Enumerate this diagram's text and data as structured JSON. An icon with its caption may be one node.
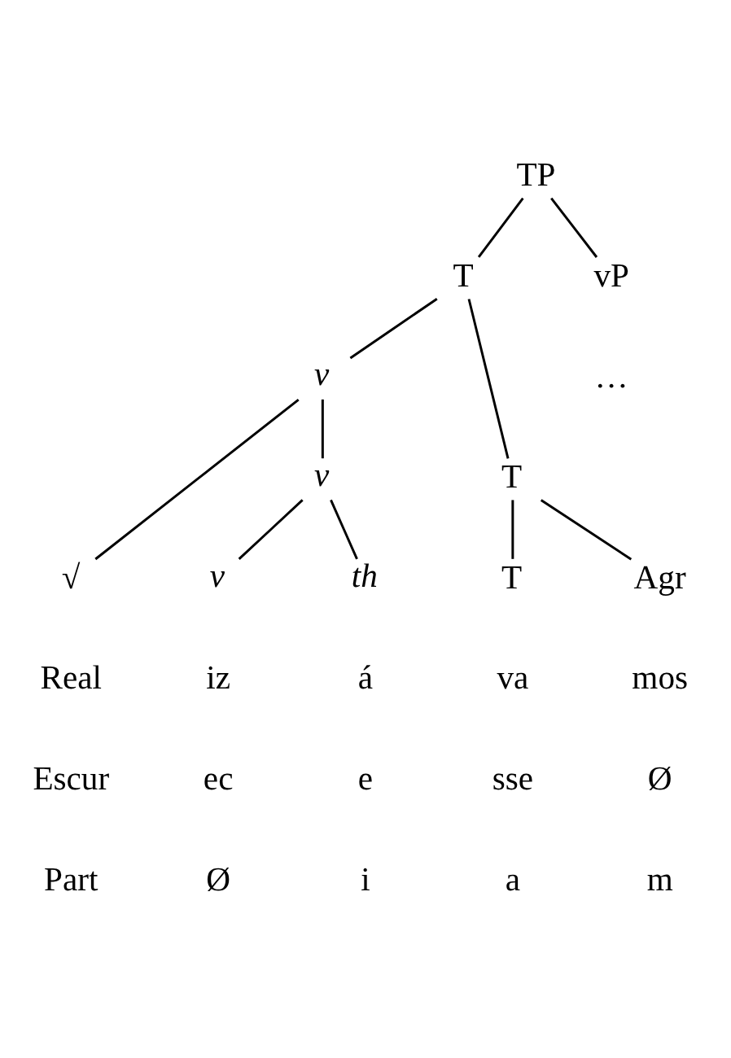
{
  "diagram": {
    "nodes": [
      {
        "text": [
          "TP"
        ]
      },
      {
        "text": [
          "T"
        ]
      },
      {
        "text": [
          "vP"
        ]
      },
      {
        "text": [
          "v"
        ]
      },
      {
        "text": [
          "T"
        ]
      },
      {
        "text": [
          "v"
        ]
      },
      {
        "text": [
          "√"
        ]
      },
      {
        "text": [
          "v"
        ]
      },
      {
        "text": [
          "th"
        ]
      },
      {
        "text": [
          "T"
        ]
      },
      {
        "text": [
          "Agr"
        ]
      }
    ],
    "edges": [
      {
        "from": 0,
        "to": 1,
        "arrow": "none"
      },
      {
        "from": 0,
        "to": 2,
        "arrow": "none"
      },
      {
        "from": 1,
        "to": 3,
        "arrow": "none"
      },
      {
        "from": 1,
        "to": 4,
        "arrow": "none"
      },
      {
        "from": 3,
        "to": 6,
        "arrow": "none"
      },
      {
        "from": 3,
        "to": 5,
        "arrow": "none"
      },
      {
        "from": 5,
        "to": 7,
        "arrow": "none"
      },
      {
        "from": 5,
        "to": 8,
        "arrow": "none"
      },
      {
        "from": 4,
        "to": 9,
        "arrow": "none"
      },
      {
        "from": 4,
        "to": 10,
        "arrow": "none"
      }
    ],
    "labels": [
      "…",
      "Real",
      "iz",
      "á",
      "va",
      "mos",
      "Escur",
      "ec",
      "e",
      "sse",
      "Ø",
      "Part",
      "Ø",
      "i",
      "a",
      "m"
    ]
  }
}
